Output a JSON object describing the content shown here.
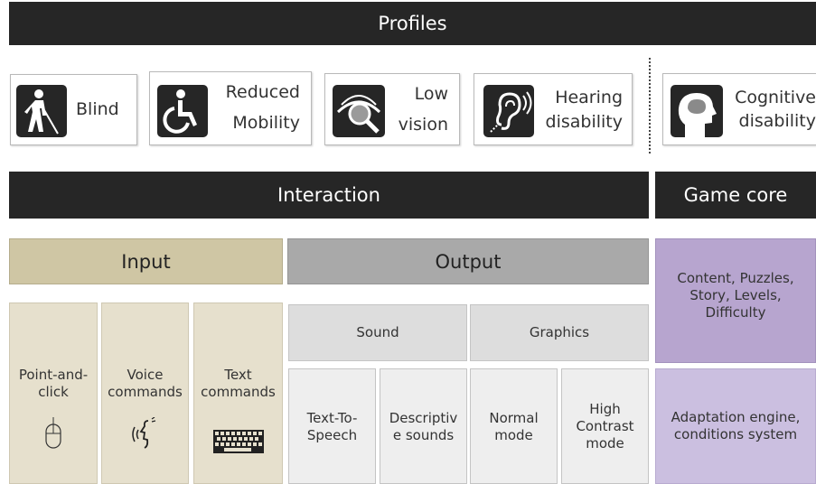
{
  "profiles": {
    "title": "Profiles",
    "items": {
      "blind": "Blind",
      "reduced_mobility": [
        "Reduced",
        "Mobility"
      ],
      "low_vision": [
        "Low",
        "vision"
      ],
      "hearing": [
        "Hearing",
        "disability"
      ],
      "cognitive": [
        "Cognitive",
        "disability"
      ]
    }
  },
  "interaction": {
    "title": "Interaction"
  },
  "game_core": {
    "title": "Game core",
    "content": "Content, Puzzles, Story, Levels, Difficulty",
    "adaptation": "Adaptation engine, conditions system"
  },
  "input": {
    "title": "Input",
    "point_and_click": [
      "Point-and-",
      "click"
    ],
    "voice": [
      "Voice",
      "commands"
    ],
    "text": [
      "Text",
      "commands"
    ]
  },
  "output": {
    "title": "Output",
    "sound": "Sound",
    "graphics": "Graphics",
    "tts": [
      "Text-To-",
      "Speech"
    ],
    "descriptive": [
      "Descriptiv",
      "e sounds"
    ],
    "normal": [
      "Normal",
      "mode"
    ],
    "high_contrast": [
      "High",
      "Contrast",
      "mode"
    ]
  },
  "colors": {
    "dark": "#262626",
    "input_header": "#cfc6a4",
    "input_cell": "#e6e0cd",
    "output_header": "#a9a9a9",
    "output_cell": "#dddddd",
    "core_content": "#b7a5cf",
    "core_adaptation": "#cbbfe0"
  }
}
